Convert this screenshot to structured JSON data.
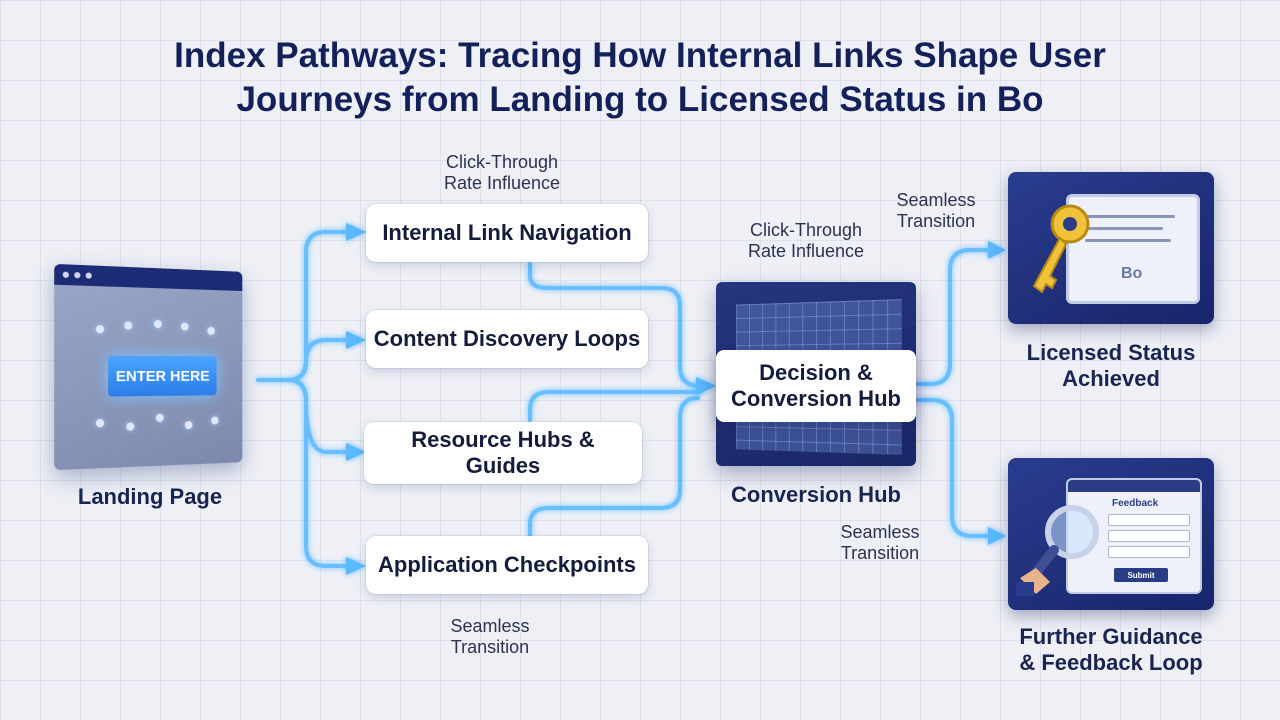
{
  "title_line1": "Index Pathways: Tracing How Internal Links Shape User",
  "title_line2": "Journeys from Landing to Licensed Status in Bo",
  "landing": {
    "button": "ENTER HERE",
    "caption": "Landing Page"
  },
  "pathways": [
    {
      "label": "Internal Link Navigation"
    },
    {
      "label": "Content Discovery Loops"
    },
    {
      "label": "Resource Hubs & Guides"
    },
    {
      "label": "Application Checkpoints"
    }
  ],
  "annotations": {
    "ctr_top_line1": "Click-Through",
    "ctr_top_line2": "Rate Influence",
    "ctr_mid_line1": "Click-Through",
    "ctr_mid_line2": "Rate Influence",
    "seam_top_line1": "Seamless",
    "seam_top_line2": "Transition",
    "seam_mid_line1": "Seamless",
    "seam_mid_line2": "Transition",
    "seam_bottom_line1": "Seamless",
    "seam_bottom_line2": "Transition"
  },
  "hub": {
    "card_line1": "Decision &",
    "card_line2": "Conversion Hub",
    "caption": "Conversion Hub"
  },
  "outcomes": {
    "licensed_line1": "Licensed Status",
    "licensed_line2": "Achieved",
    "certificate_text": "Bo",
    "guidance_line1": "Further Guidance",
    "guidance_line2": "& Feedback Loop",
    "form_title": "Feedback",
    "form_submit": "Submit"
  },
  "colors": {
    "title": "#14205a",
    "connector": "#4fb8ff",
    "panel": "#1f2f78",
    "accent": "#2b7ee8"
  },
  "icons": [
    "browser-icon",
    "key-icon",
    "certificate-icon",
    "magnifier-icon",
    "feedback-form-icon",
    "arrow-icon"
  ]
}
